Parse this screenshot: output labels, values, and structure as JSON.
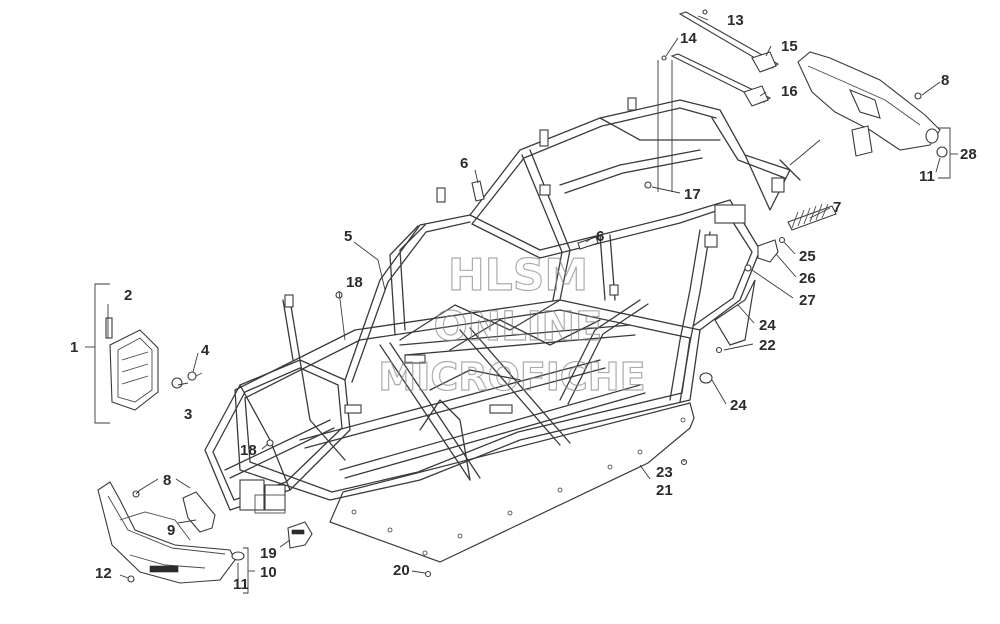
{
  "diagram": {
    "callouts": [
      {
        "id": "c1",
        "text": "1"
      },
      {
        "id": "c2",
        "text": "2"
      },
      {
        "id": "c3",
        "text": "3"
      },
      {
        "id": "c4",
        "text": "4"
      },
      {
        "id": "c5",
        "text": "5"
      },
      {
        "id": "c6a",
        "text": "6"
      },
      {
        "id": "c6b",
        "text": "6"
      },
      {
        "id": "c7",
        "text": "7"
      },
      {
        "id": "c8a",
        "text": "8"
      },
      {
        "id": "c8b",
        "text": "8"
      },
      {
        "id": "c9",
        "text": "9"
      },
      {
        "id": "c10",
        "text": "10"
      },
      {
        "id": "c11a",
        "text": "11"
      },
      {
        "id": "c11b",
        "text": "11"
      },
      {
        "id": "c12",
        "text": "12"
      },
      {
        "id": "c13",
        "text": "13"
      },
      {
        "id": "c14",
        "text": "14"
      },
      {
        "id": "c15",
        "text": "15"
      },
      {
        "id": "c16",
        "text": "16"
      },
      {
        "id": "c17",
        "text": "17"
      },
      {
        "id": "c18a",
        "text": "18"
      },
      {
        "id": "c18b",
        "text": "18"
      },
      {
        "id": "c19",
        "text": "19"
      },
      {
        "id": "c20",
        "text": "20"
      },
      {
        "id": "c21",
        "text": "21"
      },
      {
        "id": "c22",
        "text": "22"
      },
      {
        "id": "c23",
        "text": "23"
      },
      {
        "id": "c24a",
        "text": "24"
      },
      {
        "id": "c24b",
        "text": "24"
      },
      {
        "id": "c25",
        "text": "25"
      },
      {
        "id": "c26",
        "text": "26"
      },
      {
        "id": "c27",
        "text": "27"
      },
      {
        "id": "c28",
        "text": "28"
      }
    ]
  },
  "watermark": {
    "line1": "HLSM",
    "line2": "ONLINE",
    "line3": "MICROFICHE"
  }
}
